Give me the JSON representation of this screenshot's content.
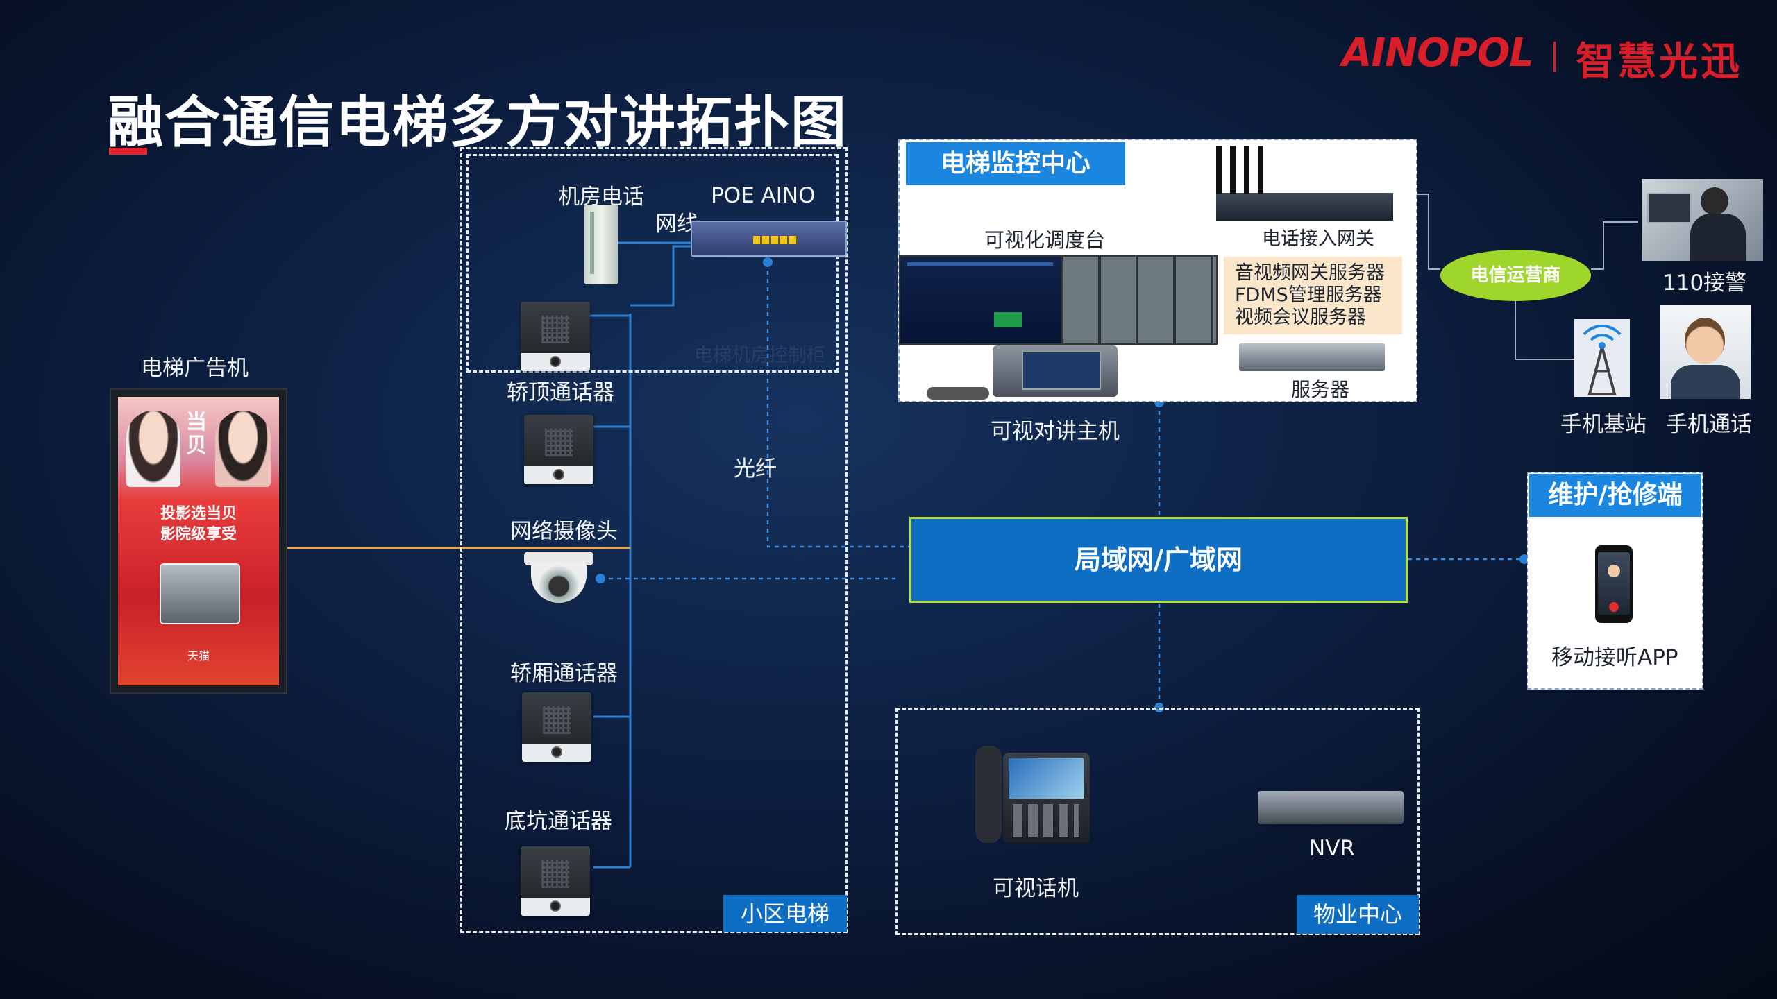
{
  "title": "融合通信电梯多方对讲拓扑图",
  "logo": {
    "brand": "AINOPOL",
    "brand_cn": "智慧光迅",
    "brand_color": "#d81e28"
  },
  "colors": {
    "accent": "#0d6ec4",
    "line": "#2a7fd6",
    "ad_line": "#f2a33a",
    "ellipse": "#9fd62b",
    "highlight_border": "#b4e03b"
  },
  "labels": {
    "machine_room_phone": "机房电话",
    "poe": "POE   AINO",
    "cable": "网线",
    "car_top": "轿顶通话器",
    "network_camera": "网络摄像头",
    "car_intercom": "轿厢通话器",
    "pit_intercom": "底坑通话器",
    "fiber": "光纤",
    "ad_machine": "电梯广告机",
    "community_elevator": "小区电梯",
    "monitor_center": "电梯监控中心",
    "visual_console": "可视化调度台",
    "phone_gateway": "电话接入网关",
    "servers_block": [
      "音视频网关服务器",
      "FDMS管理服务器",
      "视频会议服务器"
    ],
    "server": "服务器",
    "video_intercom_host": "可视对讲主机",
    "telecom": "电信运营商",
    "police": "110接警",
    "base_station": "手机基站",
    "mobile_call": "手机通话",
    "maintenance": "维护/抢修端",
    "mobile_app": "移动接听APP",
    "lan_wan": "局域网/广域网",
    "video_phone": "可视话机",
    "nvr": "NVR",
    "property_center": "物业中心",
    "obscured": "电梯机房控制柜"
  },
  "ad_screen": {
    "brand": "当贝",
    "line1": "投影选当贝",
    "line2": "影院级享受",
    "store": "天猫"
  }
}
